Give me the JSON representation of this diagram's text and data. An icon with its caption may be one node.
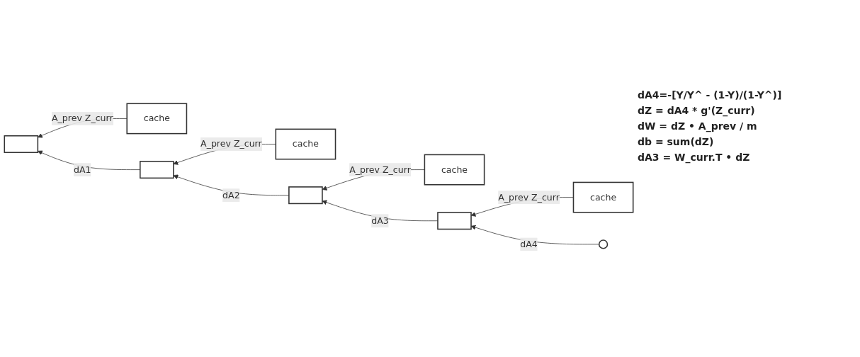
{
  "diagram": {
    "nodes": [
      {
        "text": [
          "cache"
        ]
      },
      {
        "text": [
          "cache"
        ]
      },
      {
        "text": [
          "cache"
        ]
      },
      {
        "text": [
          "cache"
        ]
      },
      {
        "text": [],
        "shape": "box"
      },
      {
        "text": [],
        "shape": "box"
      },
      {
        "text": [],
        "shape": "box"
      },
      {
        "text": [],
        "shape": "box"
      },
      {
        "text": [],
        "shape": "circle"
      }
    ],
    "edges": [
      {
        "from": 0,
        "to": 4,
        "arrow": "to",
        "label": "A_prev Z_curr"
      },
      {
        "from": 1,
        "to": 5,
        "arrow": "to",
        "label": "A_prev Z_curr"
      },
      {
        "from": 2,
        "to": 6,
        "arrow": "to",
        "label": "A_prev Z_curr"
      },
      {
        "from": 3,
        "to": 7,
        "arrow": "to",
        "label": "A_prev Z_curr"
      },
      {
        "from": 5,
        "to": 4,
        "arrow": "to",
        "label": "dA1"
      },
      {
        "from": 6,
        "to": 5,
        "arrow": "to",
        "label": "dA2"
      },
      {
        "from": 7,
        "to": 6,
        "arrow": "to",
        "label": "dA3"
      },
      {
        "from": 8,
        "to": 7,
        "arrow": "to",
        "label": "dA4"
      }
    ],
    "labels": [
      "dA4=-[Y/Y^ - (1-Y)/(1-Y^)]",
      "dZ = dA4 * g'(Z_curr)",
      "dW = dZ • A_prev / m",
      "db = sum(dZ)",
      "dA3 = W_curr.T • dZ"
    ]
  }
}
